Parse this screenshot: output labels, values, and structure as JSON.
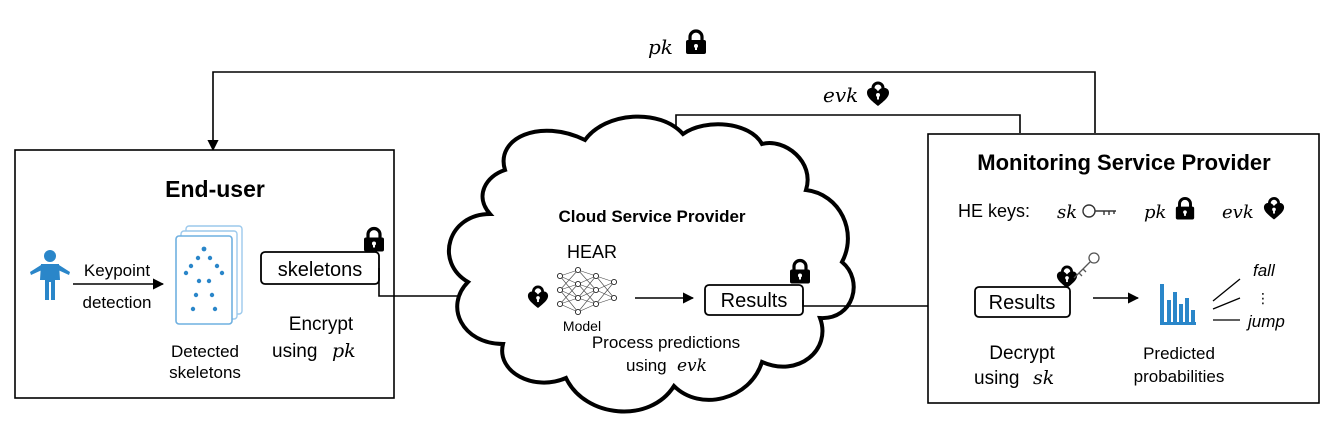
{
  "keys": {
    "pk": "pk",
    "evk": "evk",
    "sk": "sk"
  },
  "end_user": {
    "title": "End-user",
    "arrow_label_top": "Keypoint",
    "arrow_label_bottom": "detection",
    "detected_line1": "Detected",
    "detected_line2": "skeletons",
    "skeletons_label": "skeletons",
    "encrypt_line1": "Encrypt",
    "encrypt_using": "using"
  },
  "cloud": {
    "title": "Cloud Service Provider",
    "model_name": "HEAR",
    "model_label": "Model",
    "results_label": "Results",
    "process_line1": "Process predictions",
    "process_using": "using"
  },
  "monitoring": {
    "title": "Monitoring Service Provider",
    "he_keys_label": "HE keys:",
    "results_label": "Results",
    "decrypt_line1": "Decrypt",
    "decrypt_using": "using",
    "predicted_line1": "Predicted",
    "predicted_line2": "probabilities",
    "class_top": "fall",
    "class_ellipsis": "⋮",
    "class_bottom": "jump"
  },
  "colors": {
    "accent_blue": "#2a86c9",
    "stroke": "#000000"
  },
  "icons": [
    "lock-icon",
    "heart-lock-icon",
    "key-icon",
    "person-icon",
    "skeleton-stack-icon",
    "neural-network-icon",
    "bar-chart-icon"
  ]
}
